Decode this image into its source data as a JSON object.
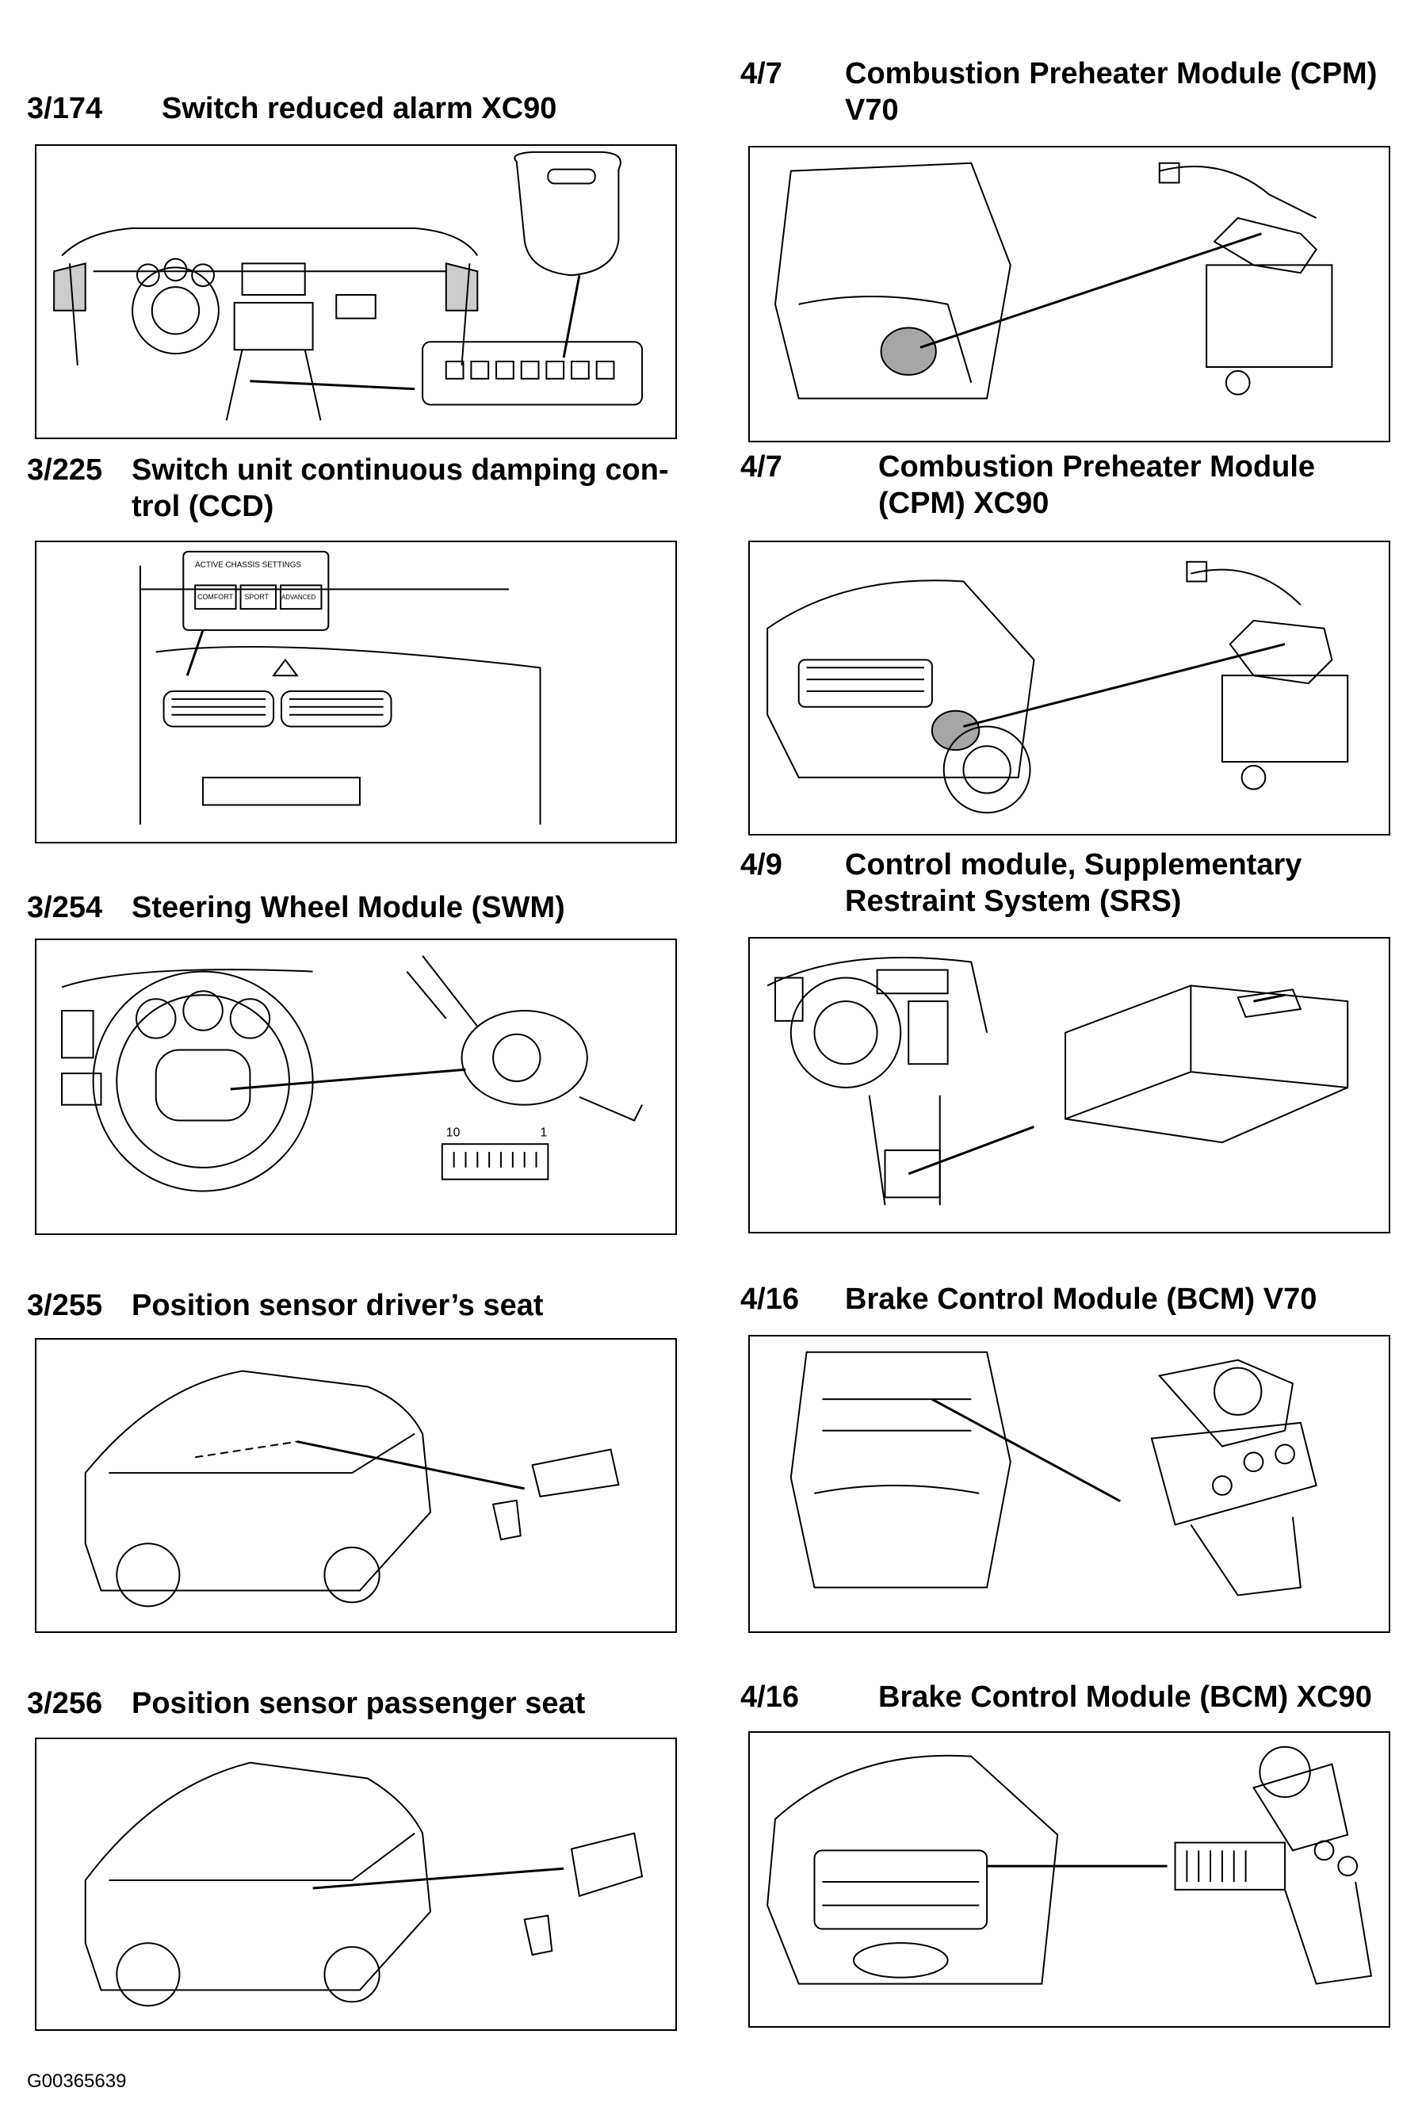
{
  "entries": [
    {
      "number": "3/174",
      "title": "Switch reduced alarm XC90"
    },
    {
      "number": "3/225",
      "title": "Switch unit continuous damping con-",
      "title2": "trol (CCD)"
    },
    {
      "number": "3/254",
      "title": "Steering Wheel Module (SWM)"
    },
    {
      "number": "3/255",
      "title": "Position sensor driver’s seat"
    },
    {
      "number": "3/256",
      "title": "Position sensor passenger seat"
    },
    {
      "number": "4/7",
      "title": "Combustion Preheater Module (CPM)",
      "title2": "V70"
    },
    {
      "number": "4/7",
      "title": "Combustion Preheater Module",
      "title2": "(CPM) XC90"
    },
    {
      "number": "4/9",
      "title": "Control module, Supplementary",
      "title2": "Restraint System (SRS)"
    },
    {
      "number": "4/16",
      "title": "Brake Control Module (BCM) V70"
    },
    {
      "number": "4/16",
      "title": "Brake Control Module (BCM) XC90"
    }
  ],
  "ccd_panel": {
    "header": "ACTIVE CHASSIS SETTINGS",
    "buttons": [
      "COMFORT",
      "SPORT",
      "ADVANCED"
    ]
  },
  "swm_connector": {
    "left_pin": "10",
    "right_pin": "1"
  },
  "footer_code": "G00365639"
}
